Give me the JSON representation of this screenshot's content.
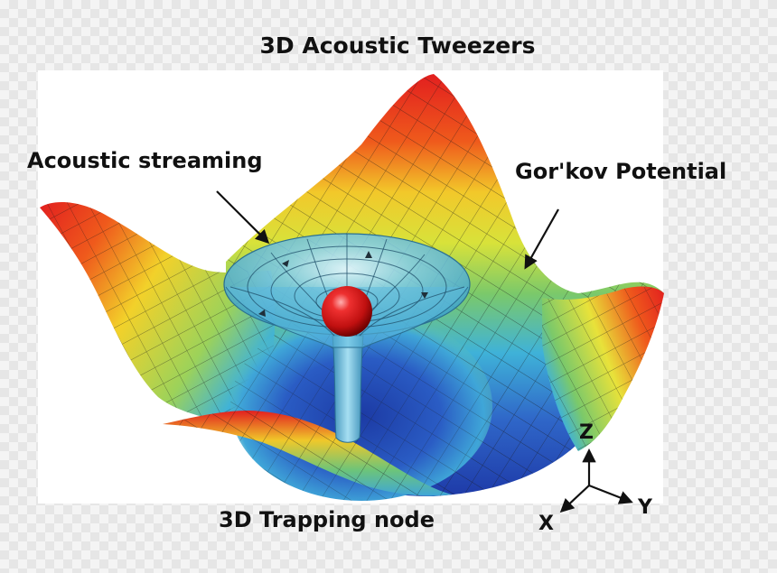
{
  "labels": {
    "title": "3D Acoustic Tweezers",
    "streaming": "Acoustic streaming",
    "gorkov": "Gor'kov Potential",
    "node": "3D Trapping node"
  },
  "axes": {
    "z": "Z",
    "y": "Y",
    "x": "X"
  },
  "colors": {
    "surface_high": "#e21f1f",
    "surface_mid": "#f2e12a",
    "surface_low_green": "#7bc96a",
    "surface_low": "#1e46b6",
    "funnel": "#4fb6dd",
    "particle": "#d01818"
  }
}
